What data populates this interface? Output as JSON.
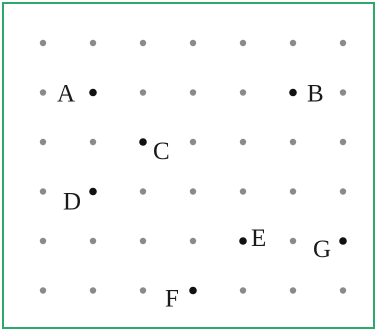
{
  "colors": {
    "border": "#2ea86a",
    "grid_dot": "#8a8a8a",
    "marked_dot": "#111111",
    "label": "#1a1a1a"
  },
  "grid": {
    "columns": 7,
    "rows": 6
  },
  "points": [
    {
      "name": "A",
      "col": 1,
      "row": 1
    },
    {
      "name": "B",
      "col": 5,
      "row": 1
    },
    {
      "name": "C",
      "col": 2,
      "row": 2
    },
    {
      "name": "D",
      "col": 1,
      "row": 3
    },
    {
      "name": "E",
      "col": 4,
      "row": 4
    },
    {
      "name": "F",
      "col": 3,
      "row": 5
    },
    {
      "name": "G",
      "col": 6,
      "row": 4
    }
  ]
}
